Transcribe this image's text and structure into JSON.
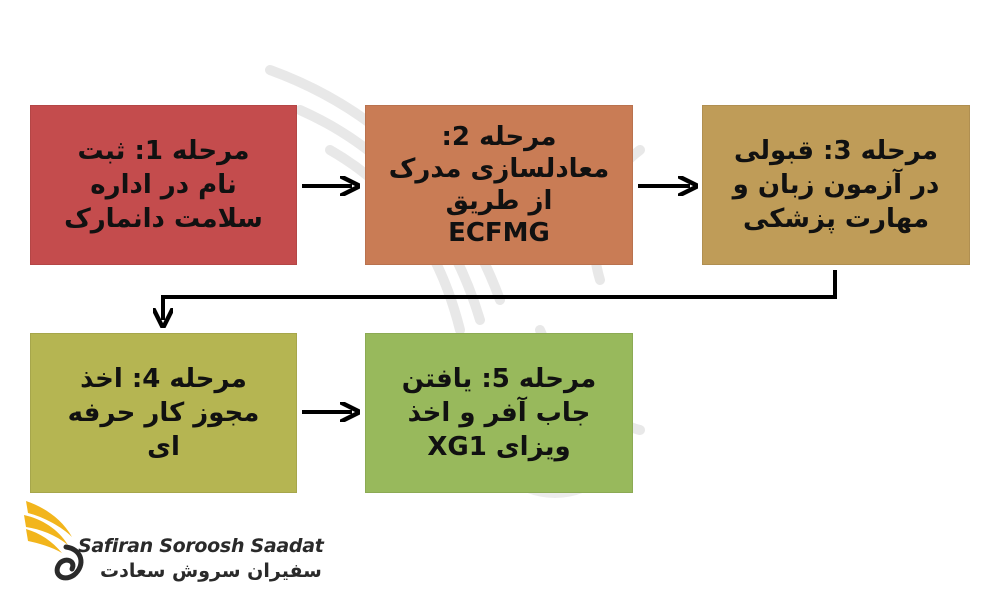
{
  "colors": {
    "background": "#ffffff",
    "step1": "#c44c4d",
    "step2": "#c97c55",
    "step3": "#bf9c58",
    "step4": "#b5b552",
    "step5": "#98b95c",
    "arrow": "#000000",
    "logo_gold": "#f2b51c",
    "logo_text": "#2a2a2a"
  },
  "steps": [
    {
      "id": 1,
      "title": "مرحله 1: ثبت",
      "lines": [
        "نام در اداره",
        "سلامت دانمارک"
      ]
    },
    {
      "id": 2,
      "title": "مرحله 2:",
      "lines": [
        "معادلسازی مدرک",
        "از طریق",
        "ECFMG"
      ]
    },
    {
      "id": 3,
      "title": "مرحله 3: قبولی",
      "lines": [
        "در آزمون زبان و",
        "مهارت پزشکی"
      ]
    },
    {
      "id": 4,
      "title": "مرحله 4: اخذ",
      "lines": [
        "مجوز کار حرفه",
        "ای"
      ]
    },
    {
      "id": 5,
      "title": "مرحله 5: یافتن",
      "lines": [
        "جاب آفر و اخذ",
        "ویزای XG1"
      ]
    }
  ],
  "logo": {
    "latin": "Safiran Soroosh Saadat",
    "persian": "سفیران سروش سعادت",
    "icon": "golden-bird-wing-icon"
  },
  "watermark": {
    "icon": "wing-watermark-icon"
  }
}
